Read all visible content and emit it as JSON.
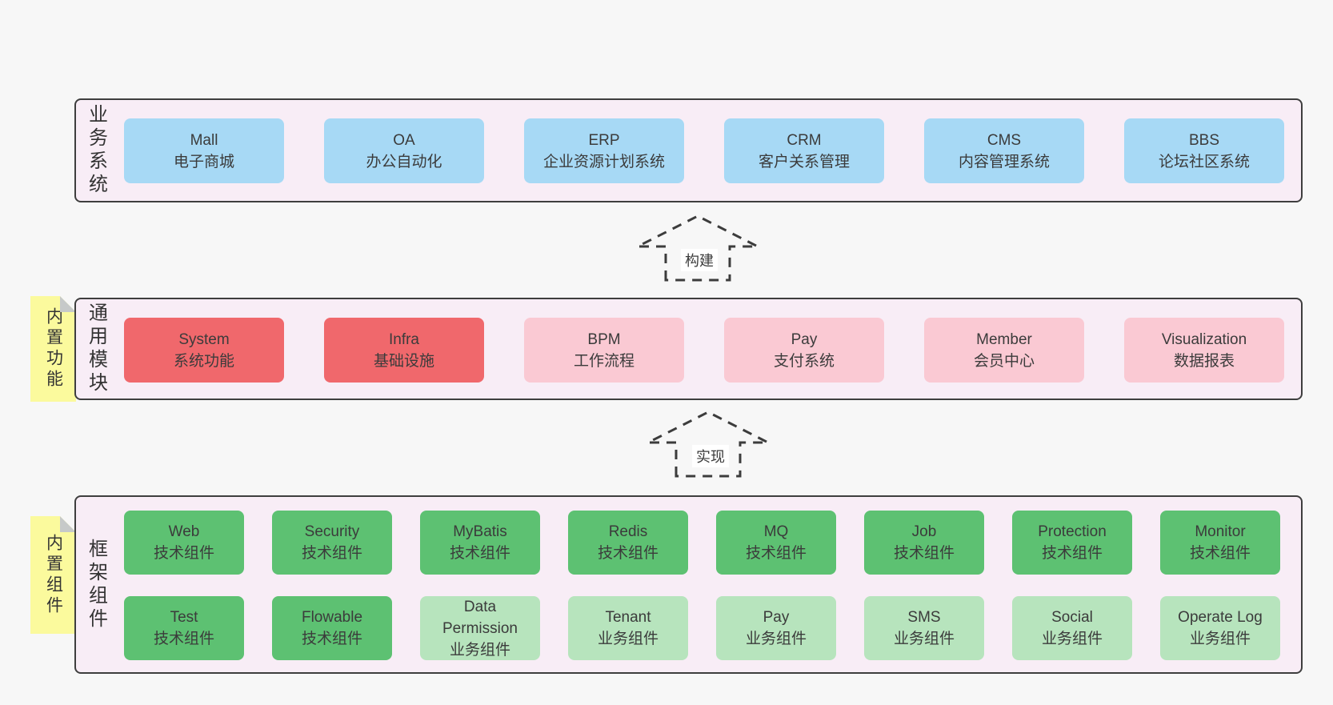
{
  "palette": {
    "page_background": "#f7f7f7",
    "band_background": "#f8edf6",
    "band_border": "#3e3e3e",
    "node_blue": "#a7d9f5",
    "node_red": "#f0686c",
    "node_pink": "#fac9d3",
    "node_green": "#5dc172",
    "node_light_green": "#b7e4bd",
    "sticky_yellow": "#fbfa9d",
    "sticky_fold_gray": "#c6c9c9",
    "text": "#3b3b3b"
  },
  "arrows": [
    {
      "label": "构建"
    },
    {
      "label": "实现"
    }
  ],
  "stickies": [
    {
      "label": "内置功能"
    },
    {
      "label": "内置组件"
    }
  ],
  "bands": [
    {
      "name": "业务系统",
      "rows": [
        [
          {
            "title": "Mall",
            "subtitle": "电子商城",
            "color": "blue"
          },
          {
            "title": "OA",
            "subtitle": "办公自动化",
            "color": "blue"
          },
          {
            "title": "ERP",
            "subtitle": "企业资源计划系统",
            "color": "blue"
          },
          {
            "title": "CRM",
            "subtitle": "客户关系管理",
            "color": "blue"
          },
          {
            "title": "CMS",
            "subtitle": "内容管理系统",
            "color": "blue"
          },
          {
            "title": "BBS",
            "subtitle": "论坛社区系统",
            "color": "blue"
          }
        ]
      ]
    },
    {
      "name": "通用模块",
      "rows": [
        [
          {
            "title": "System",
            "subtitle": "系统功能",
            "color": "red"
          },
          {
            "title": "Infra",
            "subtitle": "基础设施",
            "color": "red"
          },
          {
            "title": "BPM",
            "subtitle": "工作流程",
            "color": "pink"
          },
          {
            "title": "Pay",
            "subtitle": "支付系统",
            "color": "pink"
          },
          {
            "title": "Member",
            "subtitle": "会员中心",
            "color": "pink"
          },
          {
            "title": "Visualization",
            "subtitle": "数据报表",
            "color": "pink"
          }
        ]
      ]
    },
    {
      "name": "框架组件",
      "rows": [
        [
          {
            "title": "Web",
            "subtitle": "技术组件",
            "color": "green"
          },
          {
            "title": "Security",
            "subtitle": "技术组件",
            "color": "green"
          },
          {
            "title": "MyBatis",
            "subtitle": "技术组件",
            "color": "green"
          },
          {
            "title": "Redis",
            "subtitle": "技术组件",
            "color": "green"
          },
          {
            "title": "MQ",
            "subtitle": "技术组件",
            "color": "green"
          },
          {
            "title": "Job",
            "subtitle": "技术组件",
            "color": "green"
          },
          {
            "title": "Protection",
            "subtitle": "技术组件",
            "color": "green"
          },
          {
            "title": "Monitor",
            "subtitle": "技术组件",
            "color": "green"
          }
        ],
        [
          {
            "title": "Test",
            "subtitle": "技术组件",
            "color": "green"
          },
          {
            "title": "Flowable",
            "subtitle": "技术组件",
            "color": "green"
          },
          {
            "title": "Data Permission",
            "subtitle": "业务组件",
            "color": "lgreen"
          },
          {
            "title": "Tenant",
            "subtitle": "业务组件",
            "color": "lgreen"
          },
          {
            "title": "Pay",
            "subtitle": "业务组件",
            "color": "lgreen"
          },
          {
            "title": "SMS",
            "subtitle": "业务组件",
            "color": "lgreen"
          },
          {
            "title": "Social",
            "subtitle": "业务组件",
            "color": "lgreen"
          },
          {
            "title": "Operate Log",
            "subtitle": "业务组件",
            "color": "lgreen"
          }
        ]
      ]
    }
  ]
}
